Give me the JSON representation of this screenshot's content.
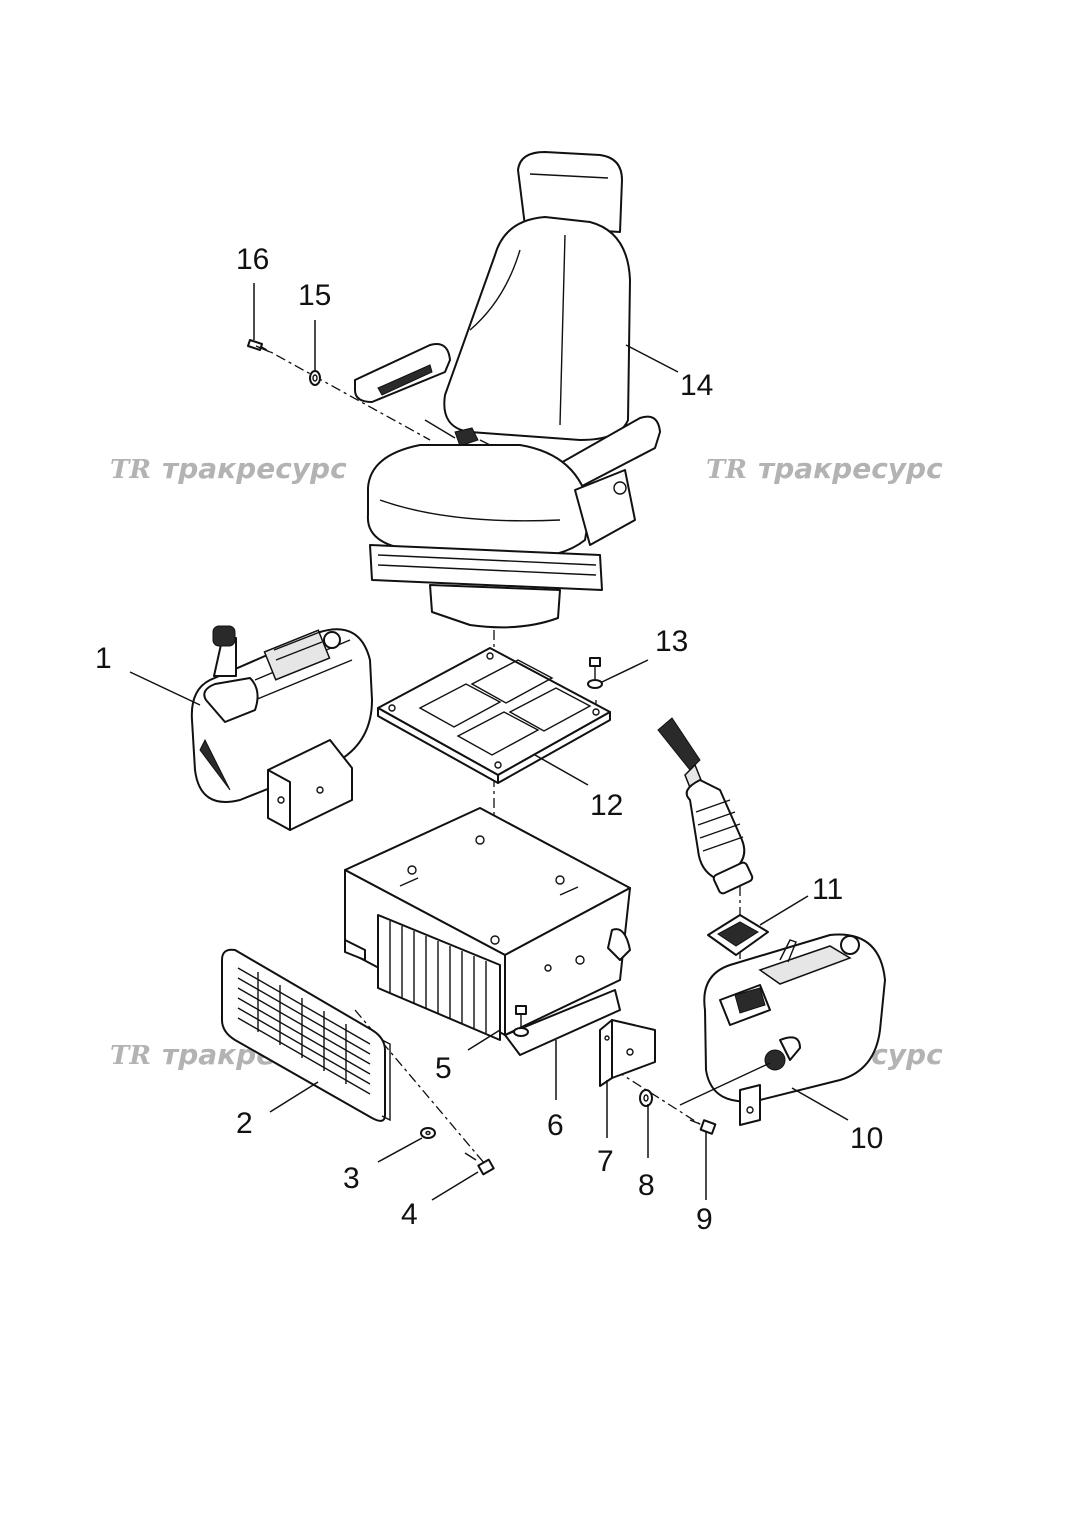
{
  "callouts": [
    {
      "id": "1",
      "text": "1"
    },
    {
      "id": "2",
      "text": "2"
    },
    {
      "id": "3",
      "text": "3"
    },
    {
      "id": "4",
      "text": "4"
    },
    {
      "id": "5",
      "text": "5"
    },
    {
      "id": "6",
      "text": "6"
    },
    {
      "id": "7",
      "text": "7"
    },
    {
      "id": "8",
      "text": "8"
    },
    {
      "id": "9",
      "text": "9"
    },
    {
      "id": "10",
      "text": "10"
    },
    {
      "id": "11",
      "text": "11"
    },
    {
      "id": "12",
      "text": "12"
    },
    {
      "id": "13",
      "text": "13"
    },
    {
      "id": "14",
      "text": "14"
    },
    {
      "id": "15",
      "text": "15"
    },
    {
      "id": "16",
      "text": "16"
    }
  ],
  "watermark": {
    "logo": "TR",
    "text": "тракресурс",
    "color": "#b3b3b3"
  },
  "parts": [
    {
      "callout": "1",
      "icon": "left-control-console-icon"
    },
    {
      "callout": "2",
      "icon": "grille-cover-icon"
    },
    {
      "callout": "3",
      "icon": "washer-icon"
    },
    {
      "callout": "4",
      "icon": "bolt-icon"
    },
    {
      "callout": "5",
      "icon": "bolt-icon"
    },
    {
      "callout": "6",
      "icon": "seat-base-box-icon"
    },
    {
      "callout": "7",
      "icon": "bracket-icon"
    },
    {
      "callout": "8",
      "icon": "washer-icon"
    },
    {
      "callout": "9",
      "icon": "bolt-icon"
    },
    {
      "callout": "10",
      "icon": "right-control-console-icon"
    },
    {
      "callout": "11",
      "icon": "gasket-plate-icon"
    },
    {
      "callout": "12",
      "icon": "mounting-plate-icon"
    },
    {
      "callout": "13",
      "icon": "bolt-washer-icon"
    },
    {
      "callout": "14",
      "icon": "operator-seat-icon"
    },
    {
      "callout": "15",
      "icon": "washer-icon"
    },
    {
      "callout": "16",
      "icon": "screw-icon"
    }
  ]
}
